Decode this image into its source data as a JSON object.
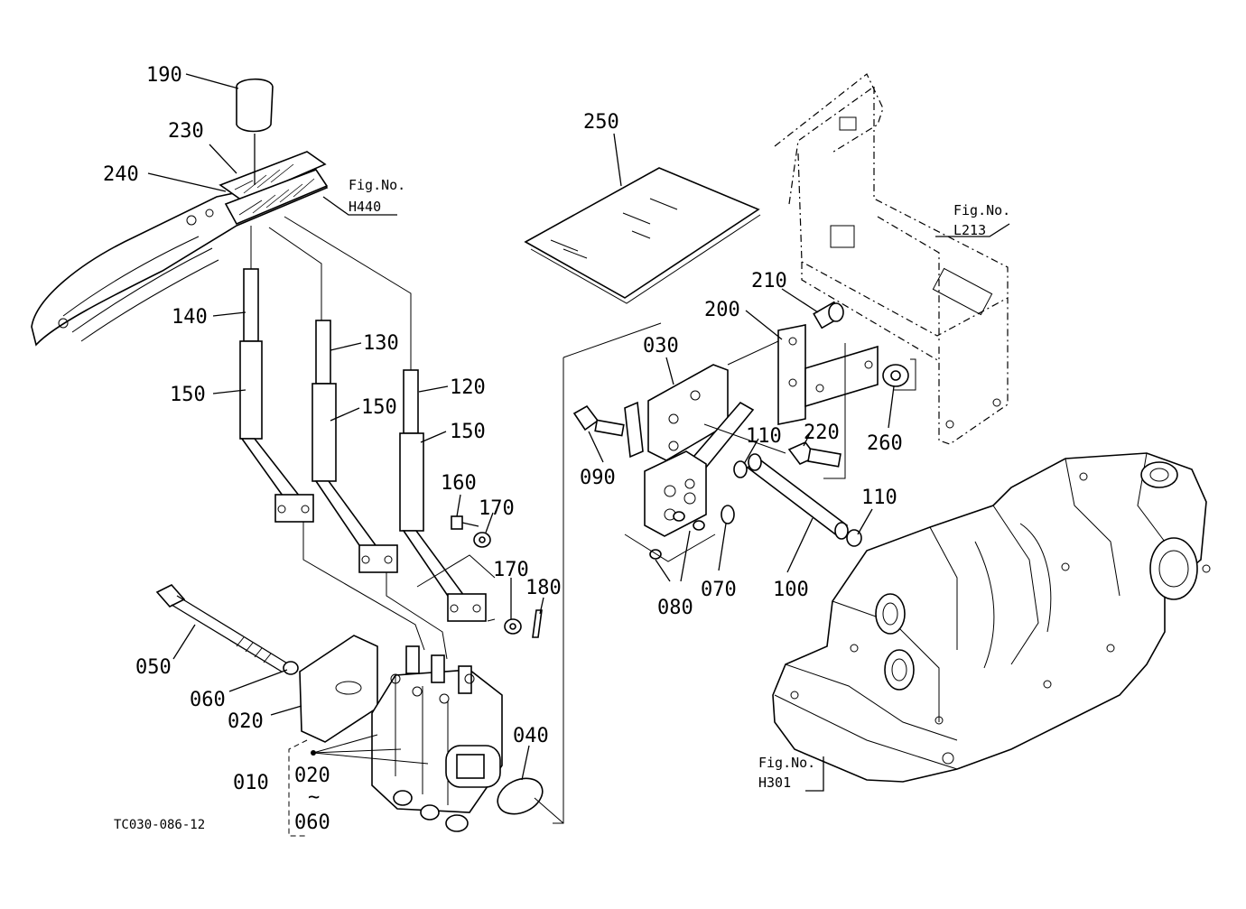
{
  "caption": "TC030-086-12",
  "figure_refs": [
    {
      "id": "h440",
      "label": "Fig.No.",
      "code": "H440"
    },
    {
      "id": "l213",
      "label": "Fig.No.",
      "code": "L213"
    },
    {
      "id": "h301",
      "label": "Fig.No.",
      "code": "H301"
    }
  ],
  "range_label": {
    "from": "020",
    "sep": "~",
    "to": "060"
  },
  "parts": [
    "190",
    "230",
    "240",
    "140",
    "130",
    "150",
    "150",
    "150",
    "120",
    "160",
    "170",
    "170",
    "180",
    "050",
    "060",
    "020",
    "010",
    "040",
    "250",
    "210",
    "200",
    "030",
    "110",
    "110",
    "090",
    "220",
    "260",
    "080",
    "070",
    "100"
  ]
}
